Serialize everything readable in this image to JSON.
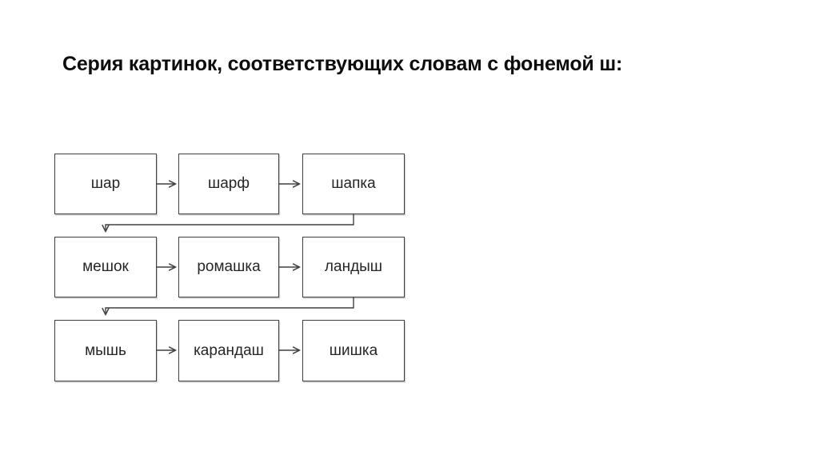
{
  "title": "Серия картинок, соответствующих словам с фонемой ш:",
  "colors": {
    "background": "#ffffff",
    "box_border": "#404040",
    "connector_line": "#404040",
    "box_text": "#262626",
    "title_text": "#0d0d0d"
  },
  "diagram": {
    "rows": [
      {
        "boxes": [
          {
            "label": "шар"
          },
          {
            "label": "шарф"
          },
          {
            "label": "шапка"
          }
        ]
      },
      {
        "boxes": [
          {
            "label": "мешок"
          },
          {
            "label": "ромашка"
          },
          {
            "label": "ландыш"
          }
        ]
      },
      {
        "boxes": [
          {
            "label": "мышь"
          },
          {
            "label": "карандаш"
          },
          {
            "label": "шишка"
          }
        ]
      }
    ],
    "connections": [
      "шар → шарф",
      "шарф → шапка",
      "шапка → мешок",
      "мешок → ромашка",
      "ромашка → ландыш",
      "ландыш → мышь",
      "мышь → карандаш",
      "карандаш → шишка"
    ]
  }
}
